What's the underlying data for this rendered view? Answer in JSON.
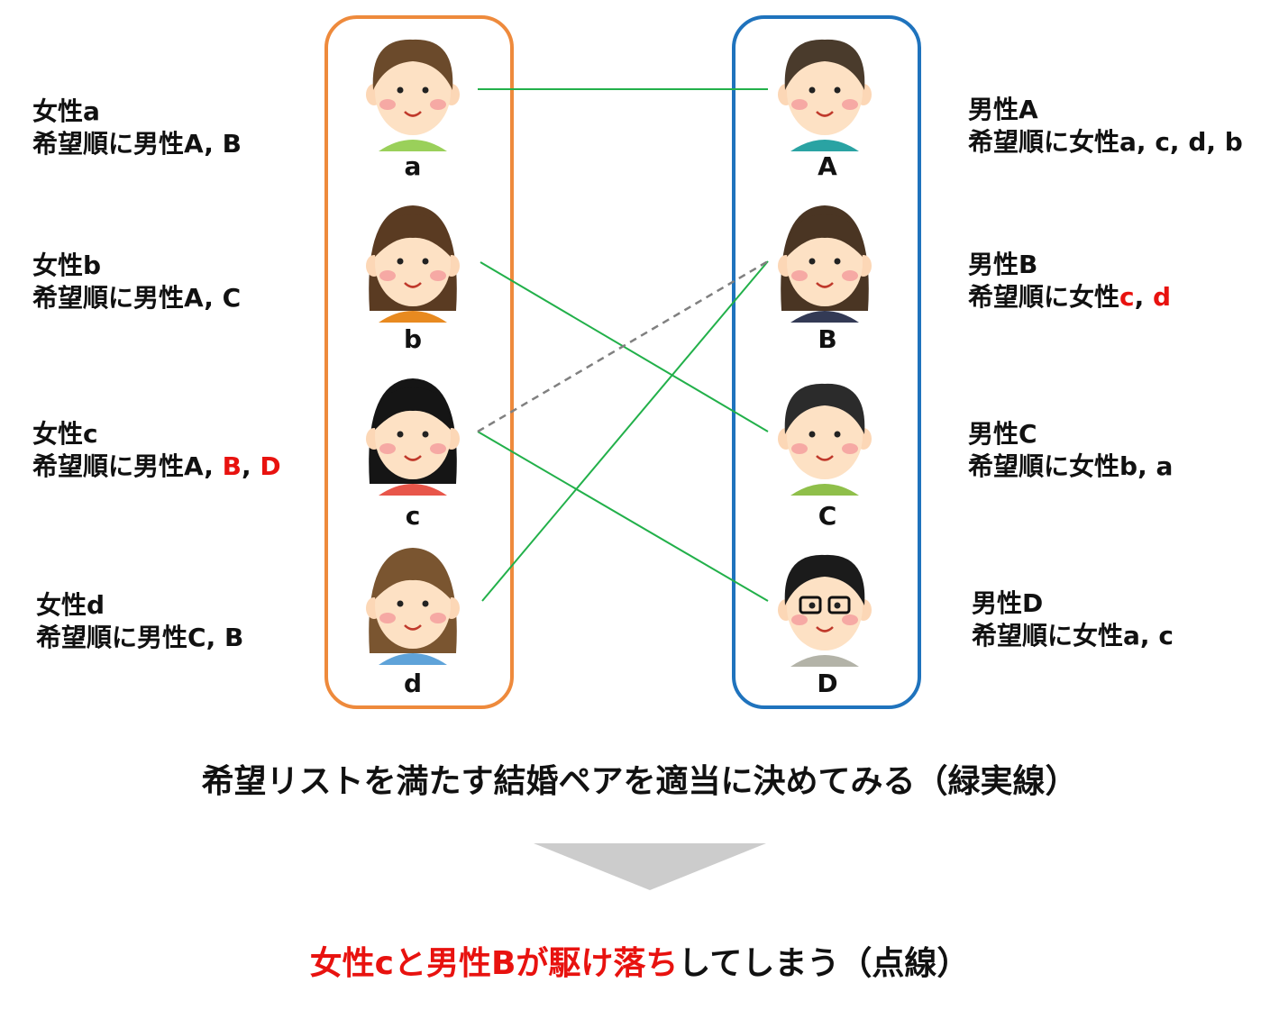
{
  "women": [
    {
      "id": "a",
      "label": "a",
      "title": "女性a",
      "pref_prefix": "希望順に男性",
      "pref": [
        {
          "t": "A",
          "hl": false
        },
        {
          "t": "B",
          "hl": false
        }
      ]
    },
    {
      "id": "b",
      "label": "b",
      "title": "女性b",
      "pref_prefix": "希望順に男性",
      "pref": [
        {
          "t": "A",
          "hl": false
        },
        {
          "t": "C",
          "hl": false
        }
      ]
    },
    {
      "id": "c",
      "label": "c",
      "title": "女性c",
      "pref_prefix": "希望順に男性",
      "pref": [
        {
          "t": "A",
          "hl": false
        },
        {
          "t": "B",
          "hl": true
        },
        {
          "t": "D",
          "hl": true
        }
      ]
    },
    {
      "id": "d",
      "label": "d",
      "title": "女性d",
      "pref_prefix": "希望順に男性",
      "pref": [
        {
          "t": "C",
          "hl": false
        },
        {
          "t": "B",
          "hl": false
        }
      ]
    }
  ],
  "men": [
    {
      "id": "A",
      "label": "A",
      "title": "男性A",
      "pref_prefix": "希望順に女性",
      "pref": [
        {
          "t": "a",
          "hl": false
        },
        {
          "t": "c",
          "hl": false
        },
        {
          "t": "d",
          "hl": false
        },
        {
          "t": "b",
          "hl": false
        }
      ]
    },
    {
      "id": "B",
      "label": "B",
      "title": "男性B",
      "pref_prefix": "希望順に女性",
      "pref": [
        {
          "t": "c",
          "hl": true
        },
        {
          "t": "d",
          "hl": true
        }
      ]
    },
    {
      "id": "C",
      "label": "C",
      "title": "男性C",
      "pref_prefix": "希望順に女性",
      "pref": [
        {
          "t": "b",
          "hl": false
        },
        {
          "t": "a",
          "hl": false
        }
      ]
    },
    {
      "id": "D",
      "label": "D",
      "title": "男性D",
      "pref_prefix": "希望順に女性",
      "pref": [
        {
          "t": "a",
          "hl": false
        },
        {
          "t": "c",
          "hl": false
        }
      ]
    }
  ],
  "pairs_solid": [
    [
      "a",
      "A"
    ],
    [
      "b",
      "C"
    ],
    [
      "c",
      "D"
    ],
    [
      "d",
      "B"
    ]
  ],
  "pairs_dashed": [
    [
      "c",
      "B"
    ]
  ],
  "caption1": "希望リストを満たす結婚ペアを適当に決めてみる（緑実線）",
  "caption2": {
    "red": "女性cと男性Bが駆け落ち",
    "rest": "してしまう（点線）"
  },
  "colors": {
    "women_box": "#ee8a3c",
    "men_box": "#1f73bd",
    "solid_line": "#22b04a",
    "dashed_line": "#808080",
    "highlight": "#e8120f",
    "arrow": "#cccccc"
  }
}
